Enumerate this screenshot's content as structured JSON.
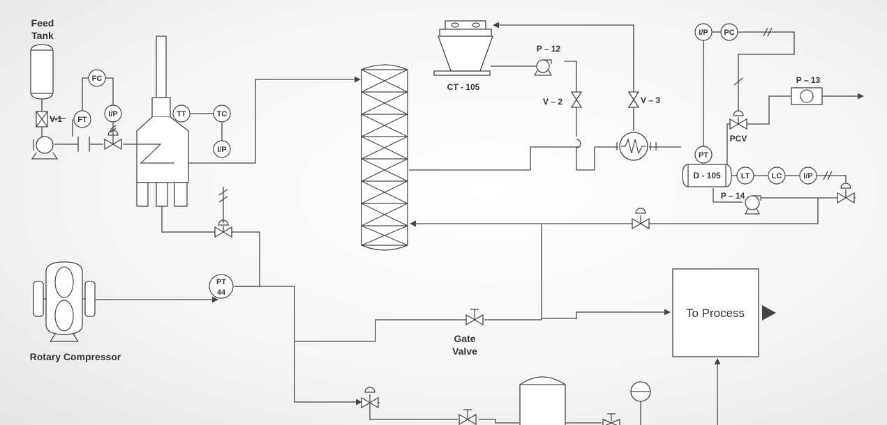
{
  "labels": {
    "feed_tank": [
      "Feed",
      "Tank"
    ],
    "v1": "V-1",
    "ct105": "CT - 105",
    "p12": "P – 12",
    "v2": "V – 2",
    "v3": "V – 3",
    "p13": "P – 13",
    "pcv": "PCV",
    "d105": "D - 105",
    "p14": "P – 14",
    "rotary_compressor": "Rotary Compressor",
    "gate_valve": [
      "Gate",
      "Valve"
    ],
    "to_process": "To Process"
  },
  "instruments": {
    "fc": "FC",
    "ft": "FT",
    "ip_feed": "I/P",
    "tt": "TT",
    "tc": "TC",
    "ip_tc": "I/P",
    "ip_top": "I/P",
    "pc": "PC",
    "pt_drum": "PT",
    "lt": "LT",
    "lc": "LC",
    "ip_level": "I/P",
    "pt44": [
      "PT",
      "44"
    ]
  },
  "colors": {
    "line": "#444444",
    "text": "#333333",
    "background": "#f6f6f6"
  }
}
